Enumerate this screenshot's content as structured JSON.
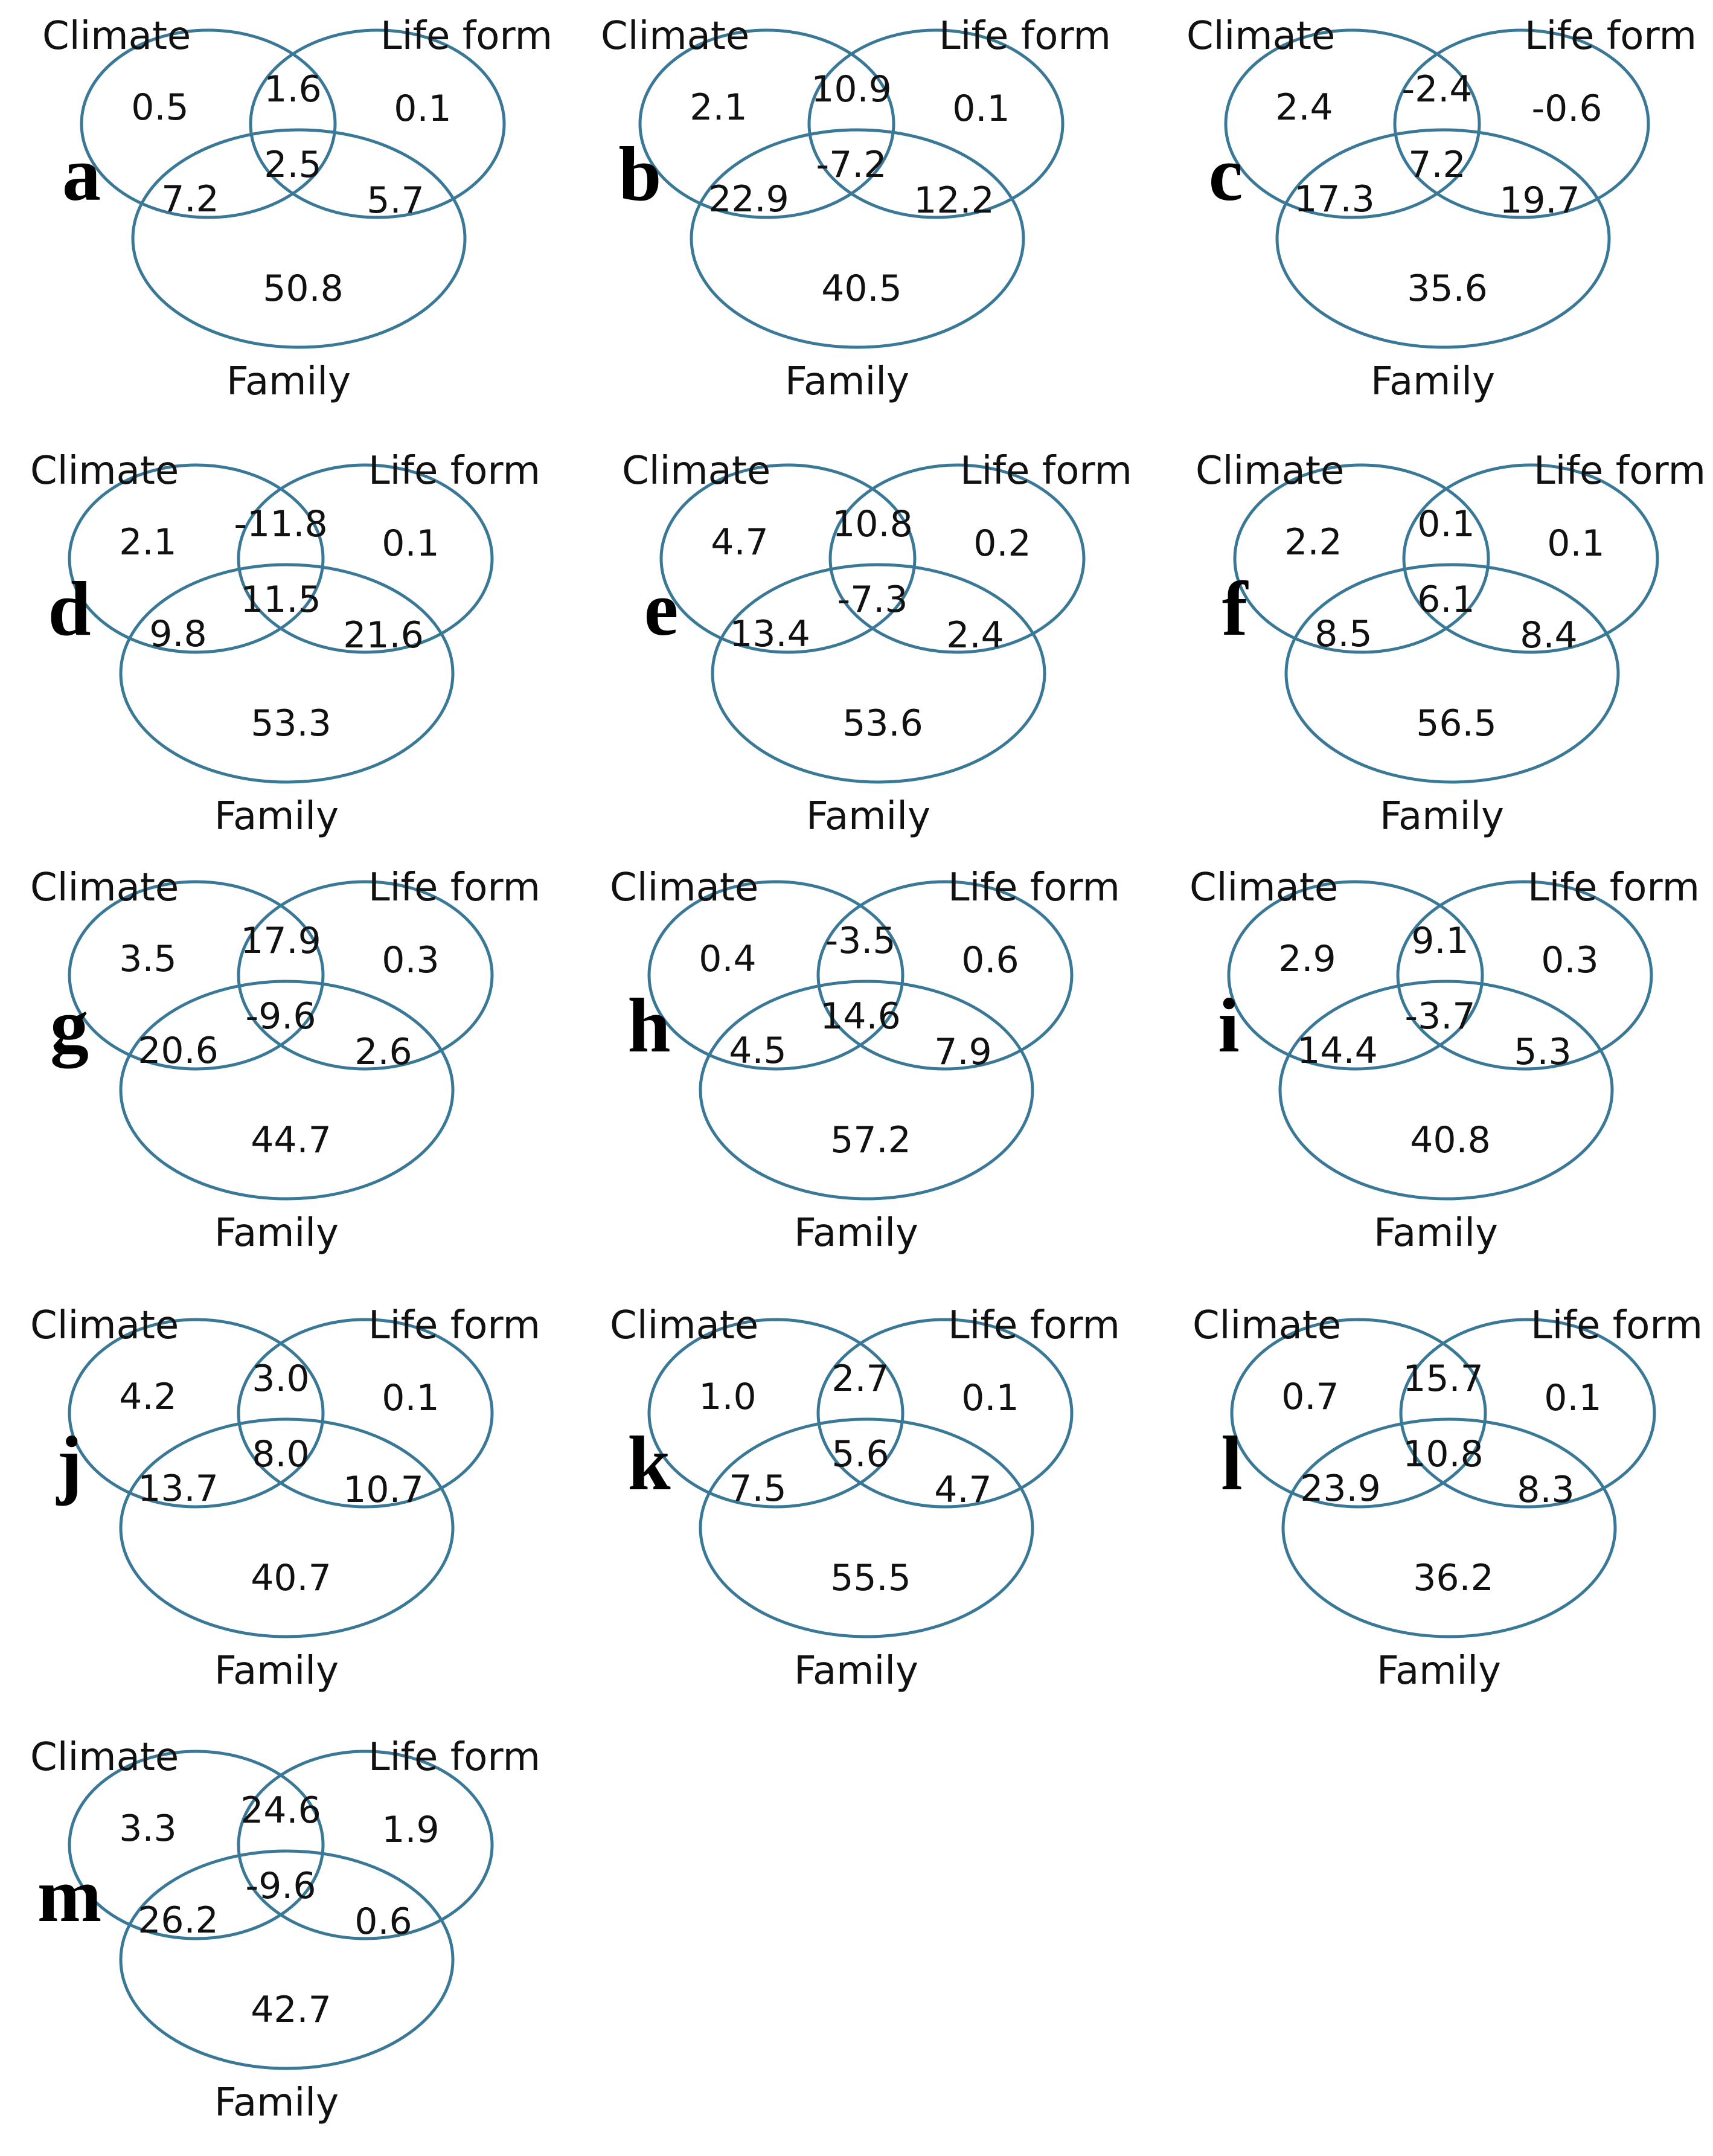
{
  "labels": {
    "climate": "Climate",
    "life_form": "Life form",
    "family": "Family"
  },
  "colors": {
    "circle_stroke": "#3a7898",
    "text": "#111111"
  },
  "panels": [
    {
      "letter": "a",
      "climate_only": "0.5",
      "climate_life": "1.6",
      "life_only": "0.1",
      "all": "2.5",
      "climate_family": "7.2",
      "life_family": "5.7",
      "family_only": "50.8"
    },
    {
      "letter": "b",
      "climate_only": "2.1",
      "climate_life": "10.9",
      "life_only": "0.1",
      "all": "-7.2",
      "climate_family": "22.9",
      "life_family": "12.2",
      "family_only": "40.5"
    },
    {
      "letter": "c",
      "climate_only": "2.4",
      "climate_life": "-2.4",
      "life_only": "-0.6",
      "all": "7.2",
      "climate_family": "17.3",
      "life_family": "19.7",
      "family_only": "35.6"
    },
    {
      "letter": "d",
      "climate_only": "2.1",
      "climate_life": "-11.8",
      "life_only": "0.1",
      "all": "11.5",
      "climate_family": "9.8",
      "life_family": "21.6",
      "family_only": "53.3"
    },
    {
      "letter": "e",
      "climate_only": "4.7",
      "climate_life": "10.8",
      "life_only": "0.2",
      "all": "-7.3",
      "climate_family": "13.4",
      "life_family": "2.4",
      "family_only": "53.6"
    },
    {
      "letter": "f",
      "climate_only": "2.2",
      "climate_life": "0.1",
      "life_only": "0.1",
      "all": "6.1",
      "climate_family": "8.5",
      "life_family": "8.4",
      "family_only": "56.5"
    },
    {
      "letter": "g",
      "climate_only": "3.5",
      "climate_life": "17.9",
      "life_only": "0.3",
      "all": "-9.6",
      "climate_family": "20.6",
      "life_family": "2.6",
      "family_only": "44.7"
    },
    {
      "letter": "h",
      "climate_only": "0.4",
      "climate_life": "-3.5",
      "life_only": "0.6",
      "all": "14.6",
      "climate_family": "4.5",
      "life_family": "7.9",
      "family_only": "57.2"
    },
    {
      "letter": "i",
      "climate_only": "2.9",
      "climate_life": "9.1",
      "life_only": "0.3",
      "all": "-3.7",
      "climate_family": "14.4",
      "life_family": "5.3",
      "family_only": "40.8"
    },
    {
      "letter": "j",
      "climate_only": "4.2",
      "climate_life": "3.0",
      "life_only": "0.1",
      "all": "8.0",
      "climate_family": "13.7",
      "life_family": "10.7",
      "family_only": "40.7"
    },
    {
      "letter": "k",
      "climate_only": "1.0",
      "climate_life": "2.7",
      "life_only": "0.1",
      "all": "5.6",
      "climate_family": "7.5",
      "life_family": "4.7",
      "family_only": "55.5"
    },
    {
      "letter": "l",
      "climate_only": "0.7",
      "climate_life": "15.7",
      "life_only": "0.1",
      "all": "10.8",
      "climate_family": "23.9",
      "life_family": "8.3",
      "family_only": "36.2"
    },
    {
      "letter": "m",
      "climate_only": "3.3",
      "climate_life": "24.6",
      "life_only": "1.9",
      "all": "-9.6",
      "climate_family": "26.2",
      "life_family": "0.6",
      "family_only": "42.7"
    }
  ]
}
